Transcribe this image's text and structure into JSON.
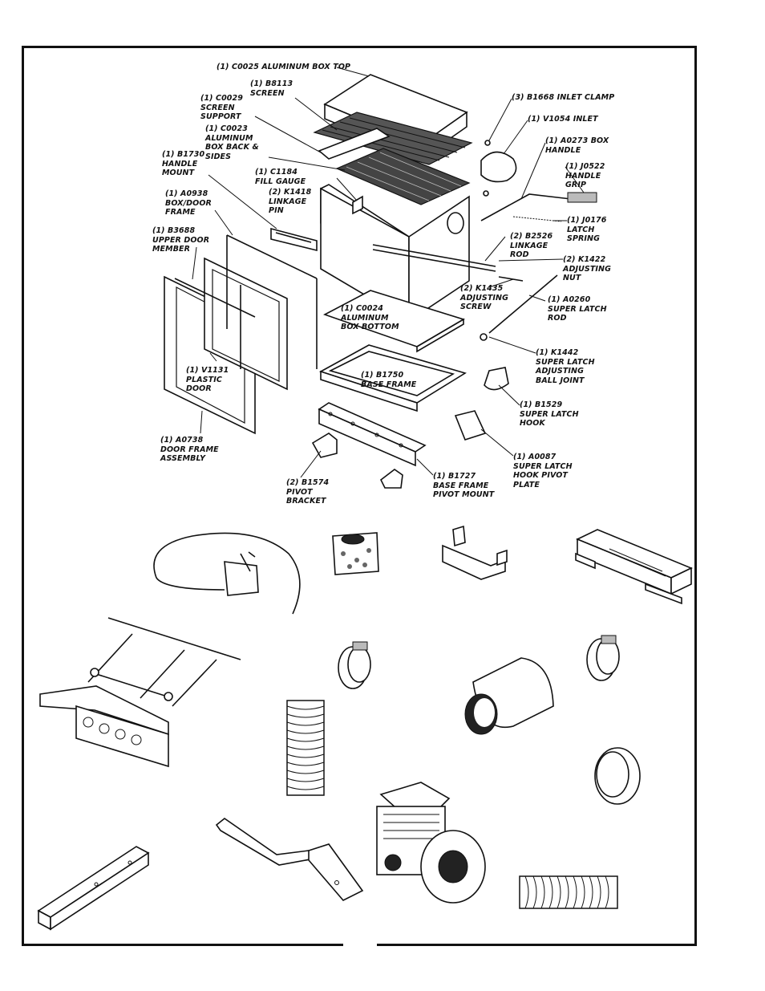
{
  "labels": [
    {
      "id": "box-top",
      "text": "(1) C0025 ALUMINUM BOX TOP"
    },
    {
      "id": "screen",
      "text": "(1) B8113\nSCREEN"
    },
    {
      "id": "screen-support",
      "text": "(1) C0029\nSCREEN\nSUPPORT"
    },
    {
      "id": "box-back-sides",
      "text": "(1) C0023\nALUMINUM\nBOX BACK &\nSIDES"
    },
    {
      "id": "handle-mount",
      "text": "(1) B1730\nHANDLE\nMOUNT"
    },
    {
      "id": "fill-gauge",
      "text": "(1) C1184\nFILL GAUGE"
    },
    {
      "id": "linkage-pin",
      "text": "(2) K1418\nLINKAGE\nPIN"
    },
    {
      "id": "box-door-frame",
      "text": "(1) A0938\nBOX/DOOR\nFRAME"
    },
    {
      "id": "upper-door-member",
      "text": "(1) B3688\nUPPER DOOR\nMEMBER"
    },
    {
      "id": "inlet-clamp",
      "text": "(3) B1668 INLET CLAMP"
    },
    {
      "id": "inlet",
      "text": "(1) V1054 INLET"
    },
    {
      "id": "box-handle",
      "text": "(1) A0273 BOX\nHANDLE"
    },
    {
      "id": "handle-grip",
      "text": "(1) J0522\nHANDLE\nGRIP"
    },
    {
      "id": "latch-spring",
      "text": "(1) J0176\nLATCH\nSPRING"
    },
    {
      "id": "linkage-rod",
      "text": "(2) B2526\nLINKAGE\nROD"
    },
    {
      "id": "adjusting-nut",
      "text": "(2) K1422\nADJUSTING\nNUT"
    },
    {
      "id": "adjusting-screw",
      "text": "(2) K1435\nADJUSTING\nSCREW"
    },
    {
      "id": "super-latch-rod",
      "text": "(1) A0260\nSUPER LATCH\nROD"
    },
    {
      "id": "box-bottom",
      "text": "(1) C0024\nALUMINUM\nBOX BOTTOM"
    },
    {
      "id": "ball-joint",
      "text": "(1) K1442\nSUPER LATCH\nADJUSTING\nBALL JOINT"
    },
    {
      "id": "plastic-door",
      "text": "(1) V1131\nPLASTIC\nDOOR"
    },
    {
      "id": "base-frame",
      "text": "(1) B1750\nBASE FRAME"
    },
    {
      "id": "latch-hook",
      "text": "(1) B1529\nSUPER LATCH\nHOOK"
    },
    {
      "id": "door-frame-assembly",
      "text": "(1) A0738\nDOOR FRAME\nASSEMBLY"
    },
    {
      "id": "hook-pivot-plate",
      "text": "(1) A0087\nSUPER LATCH\nHOOK PIVOT\nPLATE"
    },
    {
      "id": "pivot-bracket",
      "text": "(2) B1574\nPIVOT\nBRACKET"
    },
    {
      "id": "pivot-mount",
      "text": "(1) B1727\nBASE FRAME\nPIVOT MOUNT"
    }
  ],
  "accessories": [
    "cable-assembly",
    "hardware-bag",
    "mounting-bracket",
    "wooden-crossbar",
    "mounting-frame",
    "hose-clamp",
    "inlet-elbow",
    "hose-clamp",
    "flex-hose",
    "clamp-ring",
    "engine-blower",
    "square-tube",
    "offset-bracket",
    "flex-hose"
  ]
}
